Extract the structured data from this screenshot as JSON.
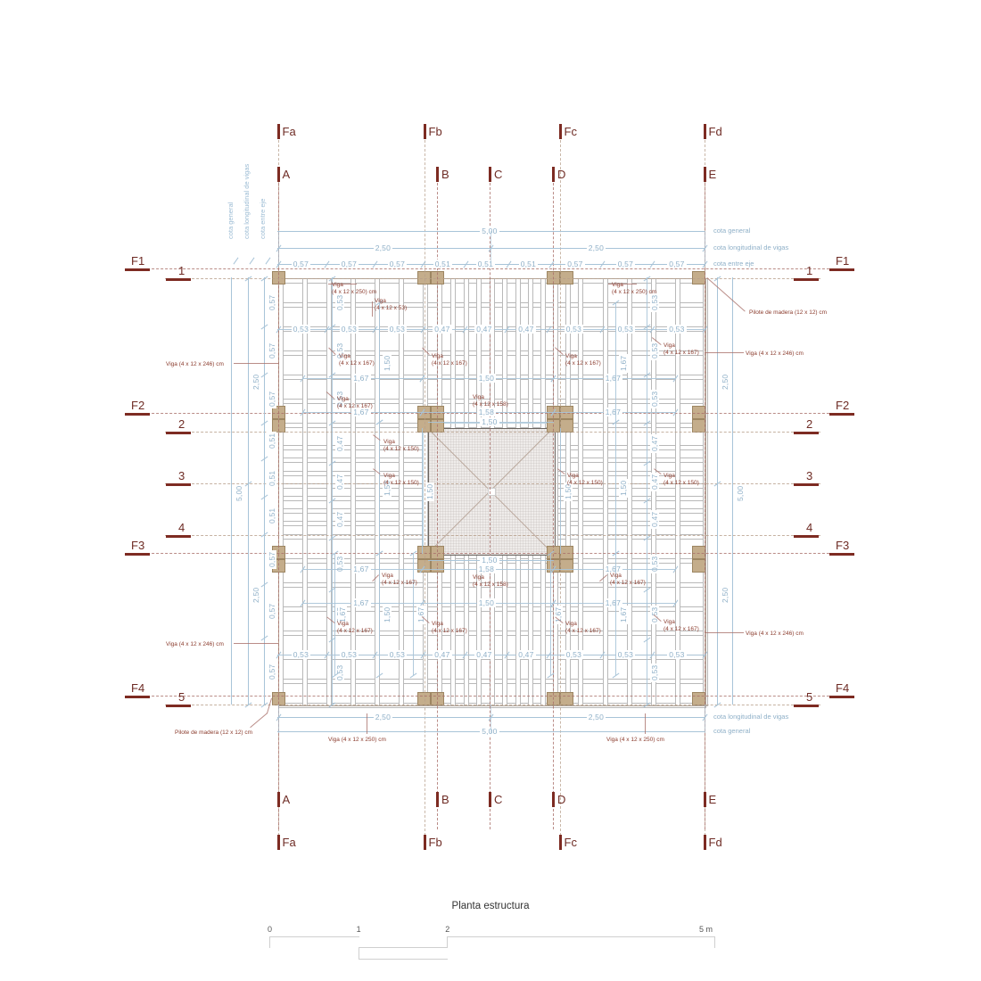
{
  "drawing": {
    "title": "Planta estructura",
    "scale_bar": {
      "ticks": [
        "0",
        "1",
        "2",
        "5 m"
      ]
    }
  },
  "colors": {
    "dimension": "#a8c4d8",
    "dimension_text": "#8fb0c8",
    "axis_red": "#a9706a",
    "axis_tan": "#b8a08c",
    "marker_red": "#7d2b22",
    "note_red": "#8b3c2e",
    "pile_fill": "#c4ad8b",
    "slab_fill": "#efecea",
    "beam_stroke": "#b9b9b9"
  },
  "grid": {
    "top_axes_outer": [
      "Fa",
      "Fb",
      "Fc",
      "Fd"
    ],
    "top_axes_inner": [
      "A",
      "B",
      "C",
      "D",
      "E"
    ],
    "bottom_axes_inner": [
      "A",
      "B",
      "C",
      "D",
      "E"
    ],
    "bottom_axes_outer": [
      "Fa",
      "Fb",
      "Fc",
      "Fd"
    ],
    "left_axes_outer": [
      "F1",
      "F2",
      "F3",
      "F4"
    ],
    "left_axes_inner": [
      "1",
      "2",
      "3",
      "4",
      "5"
    ],
    "right_axes_inner": [
      "1",
      "2",
      "3",
      "4",
      "5"
    ],
    "right_axes_outer": [
      "F1",
      "F2",
      "F3",
      "F4"
    ]
  },
  "dimension_legend": {
    "left_vertical": [
      "cota general",
      "cota longitudinal de vigas",
      "cota entre eje"
    ],
    "right_top": [
      "cota general",
      "cota longitudinal de vigas",
      "cota entre eje"
    ],
    "right_bottom": [
      "cota longitudinal de vigas",
      "cota general"
    ]
  },
  "dimensions": {
    "top_general": [
      "5,00"
    ],
    "top_longitudinal": [
      "2,50",
      "2,50"
    ],
    "top_entre_eje": [
      "0,57",
      "0,57",
      "0,57",
      "0,51",
      "0,51",
      "0,51",
      "0,57",
      "0,57",
      "0,57"
    ],
    "bottom_longitudinal": [
      "2,50",
      "2,50"
    ],
    "bottom_general": [
      "5,00"
    ],
    "left_general": [
      "5,00"
    ],
    "left_longitudinal": [
      "2,50",
      "2,50"
    ],
    "left_entre_eje": [
      "0,57",
      "0,57",
      "0,57",
      "0,51",
      "0,51",
      "0,51",
      "0,57",
      "0,57",
      "0,57"
    ],
    "right_longitudinal": [
      "2,50",
      "2,50"
    ],
    "right_general": [
      "5,00"
    ],
    "inner_row_upper": [
      "0,53",
      "0,53",
      "0,53",
      "0,47",
      "0,47",
      "0,47",
      "0,53",
      "0,53",
      "0,53"
    ],
    "inner_row_lower": [
      "0,53",
      "0,53",
      "0,53",
      "0,47",
      "0,47",
      "0,47",
      "0,53",
      "0,53",
      "0,53"
    ],
    "inner_col_upper": [
      "0,53",
      "0,53",
      "0,53",
      "0,47",
      "0,47",
      "0,47",
      "0,53",
      "0,53",
      "0,53"
    ],
    "inner_col_lower": [
      "0,53",
      "0,53",
      "0,53",
      "0,47",
      "0,47",
      "0,47",
      "0,53",
      "0,53",
      "0,53"
    ],
    "beam_spans_upper": [
      "1,67",
      "1,67",
      "1,50",
      "1,58",
      "1,67",
      "1,67"
    ],
    "beam_spans_lower": [
      "1,67",
      "1,67",
      "1,50",
      "1,58",
      "1,67",
      "1,67"
    ],
    "slab_edges": [
      "1,50",
      "1,50",
      "1,50",
      "1,50"
    ]
  },
  "notes": {
    "beam_250": "Viga\n(4 x 12 x 250) cm",
    "beam_53": "Viga\n(4 x 12 x 53)",
    "beam_167": "Viga\n(4 x 12 x 167)",
    "beam_158": "Viga\n(4 x 12 x 158)",
    "beam_150": "Viga\n(4 x 12 x 150)",
    "pile_note": "Pilote de madera (12 x 12) cm",
    "pile_note_bl": "Pilote de madera  (12 x 12) cm",
    "beam_246_side": "Viga (4 x 12 x 246) cm",
    "beam_250_bottom": "Viga (4 x 12 x 250) cm"
  }
}
